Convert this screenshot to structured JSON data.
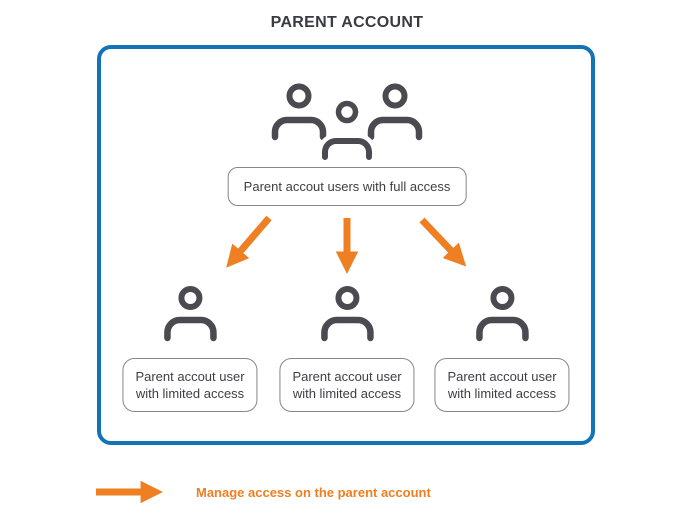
{
  "title": "PARENT ACCOUNT",
  "diagram": {
    "full_access_box": {
      "label": "Parent accout users with full access"
    },
    "limited_users": [
      {
        "lines": [
          "Parent accout user",
          "with limited access"
        ]
      },
      {
        "lines": [
          "Parent accout user",
          "with limited access"
        ]
      },
      {
        "lines": [
          "Parent accout user",
          "with limited access"
        ]
      }
    ]
  },
  "legend": {
    "label": "Manage access on the parent account"
  },
  "colors": {
    "container_border": "#1273b6",
    "arrow_orange": "#ee7f22",
    "icon_gray": "#4a4a50",
    "box_border_gray": "#85858b",
    "text_dark": "#3e3e45"
  },
  "icons": {
    "top_group": "group-users-icon",
    "limited_user": "single-user-icon",
    "legend_arrow": "right-arrow-icon",
    "flow_arrows": [
      "arrow-down-left-icon",
      "arrow-down-icon",
      "arrow-down-right-icon"
    ]
  }
}
